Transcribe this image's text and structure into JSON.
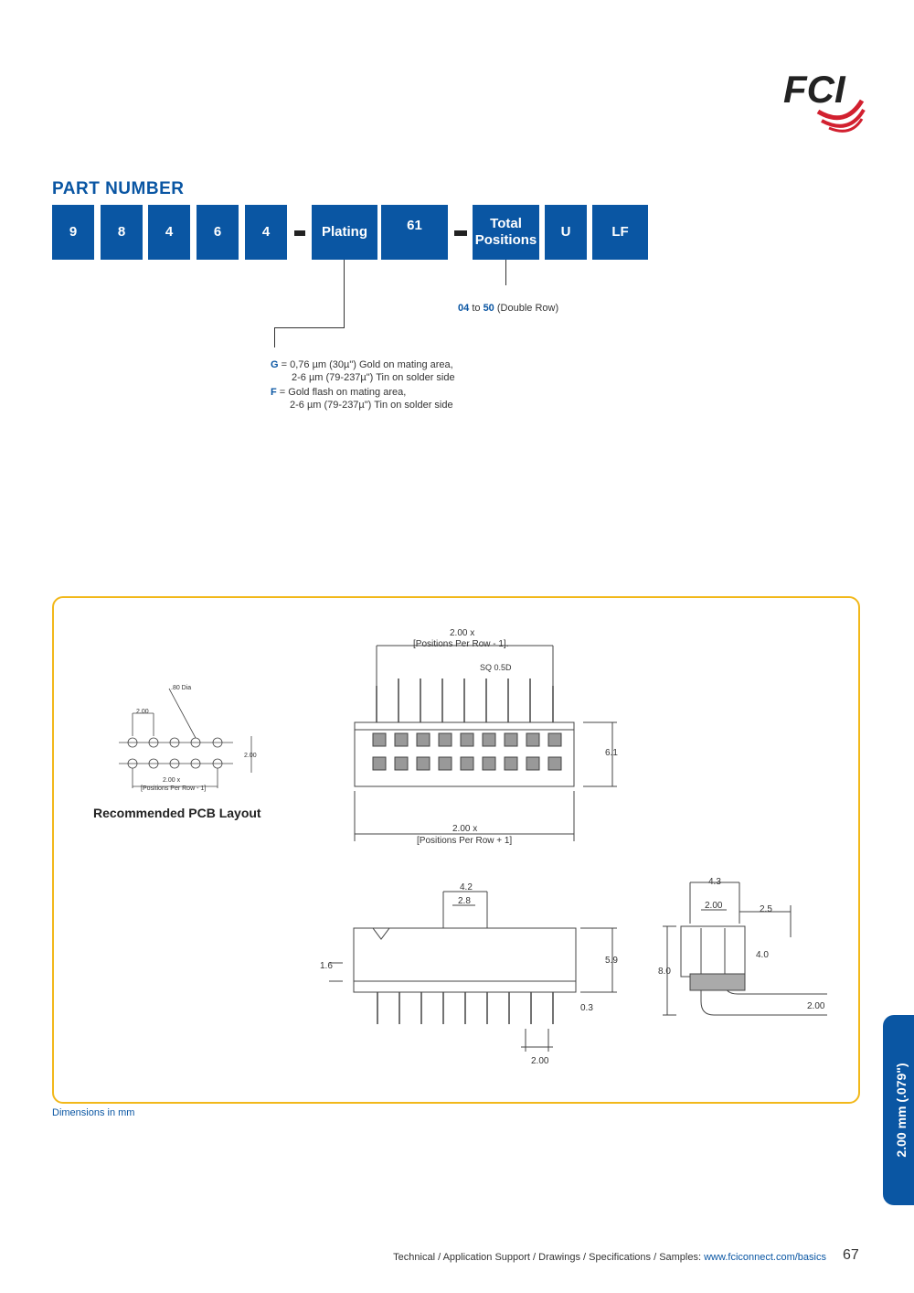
{
  "logo": {
    "text": "FCI"
  },
  "section_title": "PART NUMBER",
  "part_number_boxes": [
    "9",
    "8",
    "4",
    "6",
    "4",
    "Plating",
    "61",
    "Total Positions",
    "U",
    "LF"
  ],
  "total_positions_note": {
    "from": "04",
    "to_word": "to",
    "to": "50",
    "suffix": "(Double Row)"
  },
  "plating_notes": [
    {
      "code": "G",
      "line1": "= 0,76 µm (30µ\") Gold on mating area,",
      "line2": "2-6 µm (79-237µ\") Tin on solder side"
    },
    {
      "code": "F",
      "line1": "= Gold flash on mating area,",
      "line2": "2-6 µm (79-237µ\") Tin on solder side"
    }
  ],
  "pcb_layout_title": "Recommended PCB Layout",
  "pcb_labels": {
    "dia": ".80 Dia",
    "pitch": "2.00",
    "row": "2.00",
    "bottom1": "2.00 x",
    "bottom2": "[Positions Per Row - 1]"
  },
  "front_view_labels": {
    "top1": "2.00 x",
    "top2": "[Positions Per Row - 1].",
    "sq": "SQ 0.5D",
    "height": "6.1",
    "bottom1": "2.00 x",
    "bottom2": "[Positions Per Row + 1]"
  },
  "side_view_labels": {
    "w42": "4.2",
    "w28": "2.8",
    "h16": "1.6",
    "h59": "5.9",
    "h03": "0.3",
    "p200": "2.00"
  },
  "end_view_labels": {
    "w43": "4.3",
    "w200": "2.00",
    "w25": "2.5",
    "h40": "4.0",
    "h80": "8.0",
    "h200": "2.00"
  },
  "dimensions_note": "Dimensions in mm",
  "side_tab": "2.00 mm (.079\")",
  "footer": {
    "text": "Technical / Application Support / Drawings / Specifications / Samples: ",
    "link": "www.fciconnect.com/basics"
  },
  "page_number": "67",
  "colors": {
    "brand_blue": "#0a56a3",
    "frame_yellow": "#f2b81a",
    "logo_red": "#d2202f"
  }
}
